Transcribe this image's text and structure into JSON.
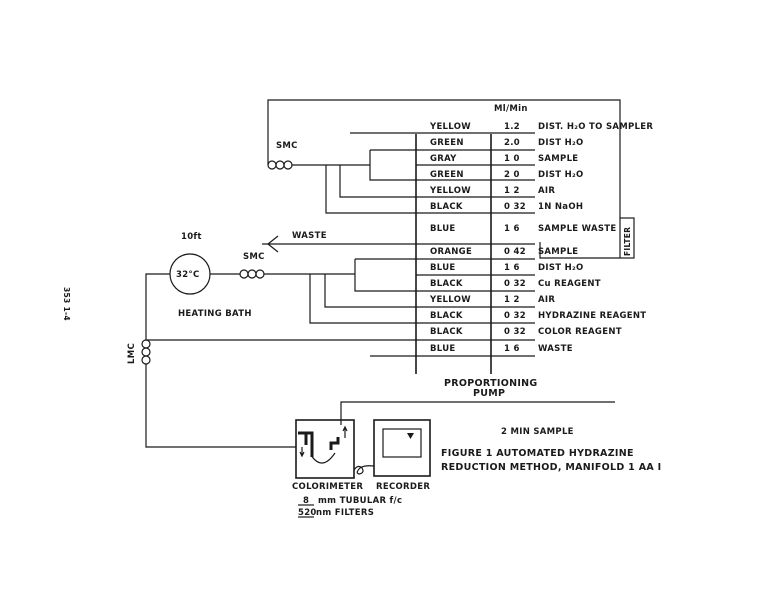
{
  "page_id": "353 1-4",
  "pump": {
    "units_header": "Ml/Min",
    "label_line1": "PROPORTIONING",
    "label_line2": "PUMP",
    "rows": [
      {
        "color": "YELLOW",
        "rate": "1.2",
        "desc": "DIST. H₂O TO SAMPLER"
      },
      {
        "color": "GREEN",
        "rate": "2.0",
        "desc": "DIST H₂O"
      },
      {
        "color": "GRAY",
        "rate": "1 0",
        "desc": "SAMPLE"
      },
      {
        "color": "GREEN",
        "rate": "2 0",
        "desc": "DIST H₂O"
      },
      {
        "color": "YELLOW",
        "rate": "1 2",
        "desc": "AIR"
      },
      {
        "color": "BLACK",
        "rate": "0 32",
        "desc": "1N NaOH"
      },
      {
        "color": "BLUE",
        "rate": "1 6",
        "desc": "SAMPLE WASTE"
      },
      {
        "color": "ORANGE",
        "rate": "0 42",
        "desc": "SAMPLE"
      },
      {
        "color": "BLUE",
        "rate": "1 6",
        "desc": "DIST H₂O"
      },
      {
        "color": "BLACK",
        "rate": "0 32",
        "desc": "Cu REAGENT"
      },
      {
        "color": "YELLOW",
        "rate": "1 2",
        "desc": "AIR"
      },
      {
        "color": "BLACK",
        "rate": "0 32",
        "desc": "HYDRAZINE REAGENT"
      },
      {
        "color": "BLACK",
        "rate": "0 32",
        "desc": "COLOR REAGENT"
      },
      {
        "color": "BLUE",
        "rate": "1 6",
        "desc": "WASTE"
      }
    ]
  },
  "components": {
    "smc_top": "SMC",
    "smc_mid": "SMC",
    "lmc": "LMC",
    "waste": "WASTE",
    "coil_length": "10ft",
    "bath_temp": "32°C",
    "heating_bath": "HEATING BATH",
    "filter": "FILTER",
    "colorimeter": "COLORIMETER",
    "recorder": "RECORDER"
  },
  "filters": {
    "tubular_value": "8",
    "tubular_label": "mm TUBULAR f/c",
    "nm_value": "520",
    "nm_label": "nm FILTERS"
  },
  "caption": {
    "sample": "2 MIN SAMPLE",
    "line1": "FIGURE 1 AUTOMATED HYDRAZINE",
    "line2": "REDUCTION METHOD, MANIFOLD 1 AA I"
  }
}
